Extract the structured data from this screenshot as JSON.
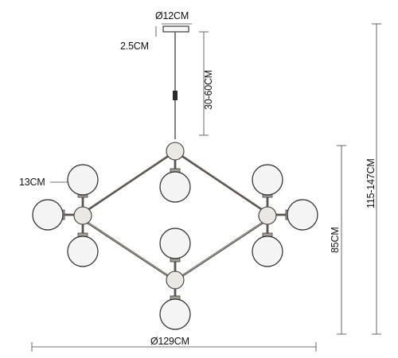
{
  "labels": {
    "canopy_diameter": "Ø12CM",
    "canopy_height": "2.5CM",
    "rod_length": "30-60CM",
    "globe_diameter": "13CM",
    "body_height": "85CM",
    "total_height": "115-147CM",
    "total_width": "Ø129CM"
  },
  "colors": {
    "arm": "#5c554d",
    "globe_outline": "#2a2a2a",
    "dimension_line": "#444444",
    "background": "#ffffff"
  }
}
